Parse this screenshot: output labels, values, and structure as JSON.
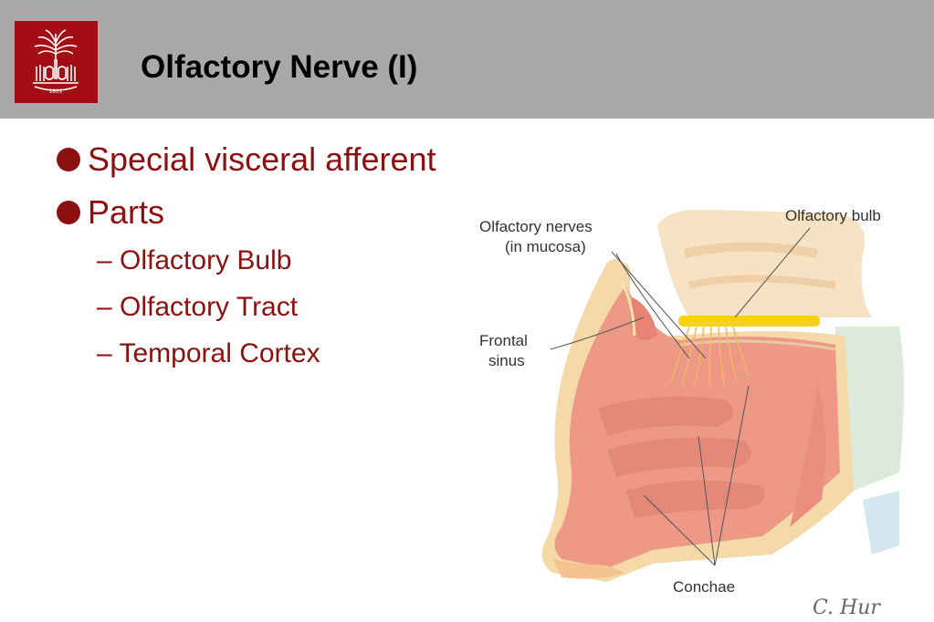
{
  "header": {
    "title": "Olfactory Nerve (I)",
    "background_color": "#a9a9a9",
    "logo": {
      "color": "#a50d14",
      "icon": "palmetto-tree-seal-icon",
      "text": "1801"
    }
  },
  "content": {
    "text_color": "#8c1010",
    "bullets": [
      {
        "label": "Special visceral afferent"
      },
      {
        "label": "Parts",
        "sub_items": [
          "Olfactory Bulb",
          "Olfactory Tract",
          "Temporal Cortex"
        ]
      }
    ]
  },
  "figure": {
    "labels": {
      "olfactory_nerves": "Olfactory nerves",
      "in_mucosa": "(in mucosa)",
      "olfactory_bulb": "Olfactory bulb",
      "frontal": "Frontal",
      "sinus": "sinus",
      "conchae": "Conchae"
    },
    "signature": "C. Hur"
  }
}
